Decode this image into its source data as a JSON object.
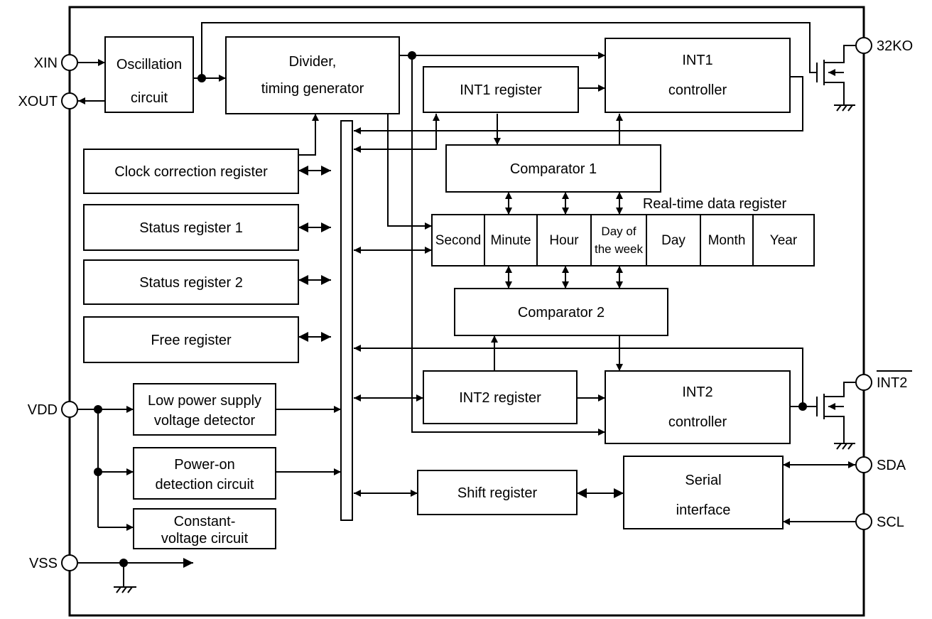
{
  "pins": {
    "xin": "XIN",
    "xout": "XOUT",
    "vdd": "VDD",
    "vss": "VSS",
    "ko32": "32KO",
    "int2": "INT2",
    "sda": "SDA",
    "scl": "SCL"
  },
  "blocks": {
    "oscillation": [
      "Oscillation",
      "circuit"
    ],
    "divider": [
      "Divider,",
      "timing generator"
    ],
    "int1_register": "INT1 register",
    "int1_controller": [
      "INT1",
      "controller"
    ],
    "clock_correction": "Clock correction register",
    "status1": "Status register 1",
    "status2": "Status register 2",
    "free": "Free register",
    "comparator1": "Comparator 1",
    "comparator2": "Comparator 2",
    "int2_register": "INT2 register",
    "int2_controller": [
      "INT2",
      "controller"
    ],
    "low_power": [
      "Low power supply",
      "voltage detector"
    ],
    "power_on": [
      "Power-on",
      "detection circuit"
    ],
    "constant_voltage": [
      "Constant-",
      "voltage circuit"
    ],
    "shift_register": "Shift register",
    "serial_interface": [
      "Serial",
      "interface"
    ]
  },
  "realtime": {
    "title": "Real-time data register",
    "cells": [
      "Second",
      "Minute",
      "Hour",
      "Day of the week",
      "Day",
      "Month",
      "Year"
    ],
    "dow_lines": [
      "Day of",
      "the week"
    ]
  },
  "colors": {
    "line": "#000000",
    "background": "#ffffff"
  }
}
